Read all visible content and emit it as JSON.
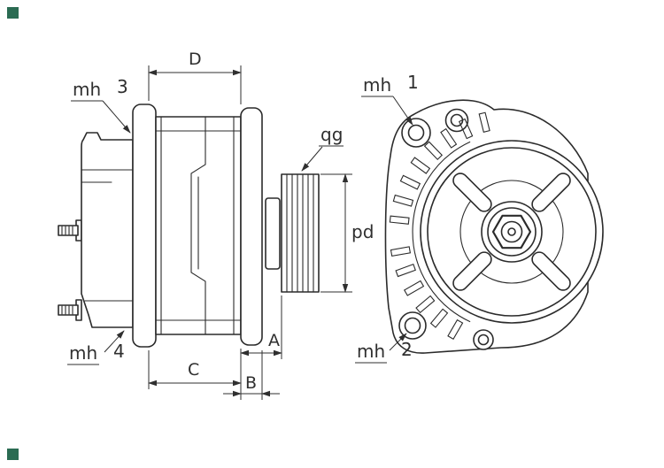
{
  "colors": {
    "line": "#2b2b2b",
    "label": "#2f2f2f",
    "corner_mark": "#2a6b52",
    "background": "#ffffff"
  },
  "dimensions": {
    "d": "D",
    "c": "C",
    "b": "B",
    "a": "A",
    "pd": "pd",
    "qg": "qg"
  },
  "mount_holes": {
    "mh1": {
      "prefix": "mh",
      "num": "1"
    },
    "mh2": {
      "prefix": "mh",
      "num": "2"
    },
    "mh3": {
      "prefix": "mh",
      "num": "3"
    },
    "mh4": {
      "prefix": "mh",
      "num": "4"
    }
  }
}
